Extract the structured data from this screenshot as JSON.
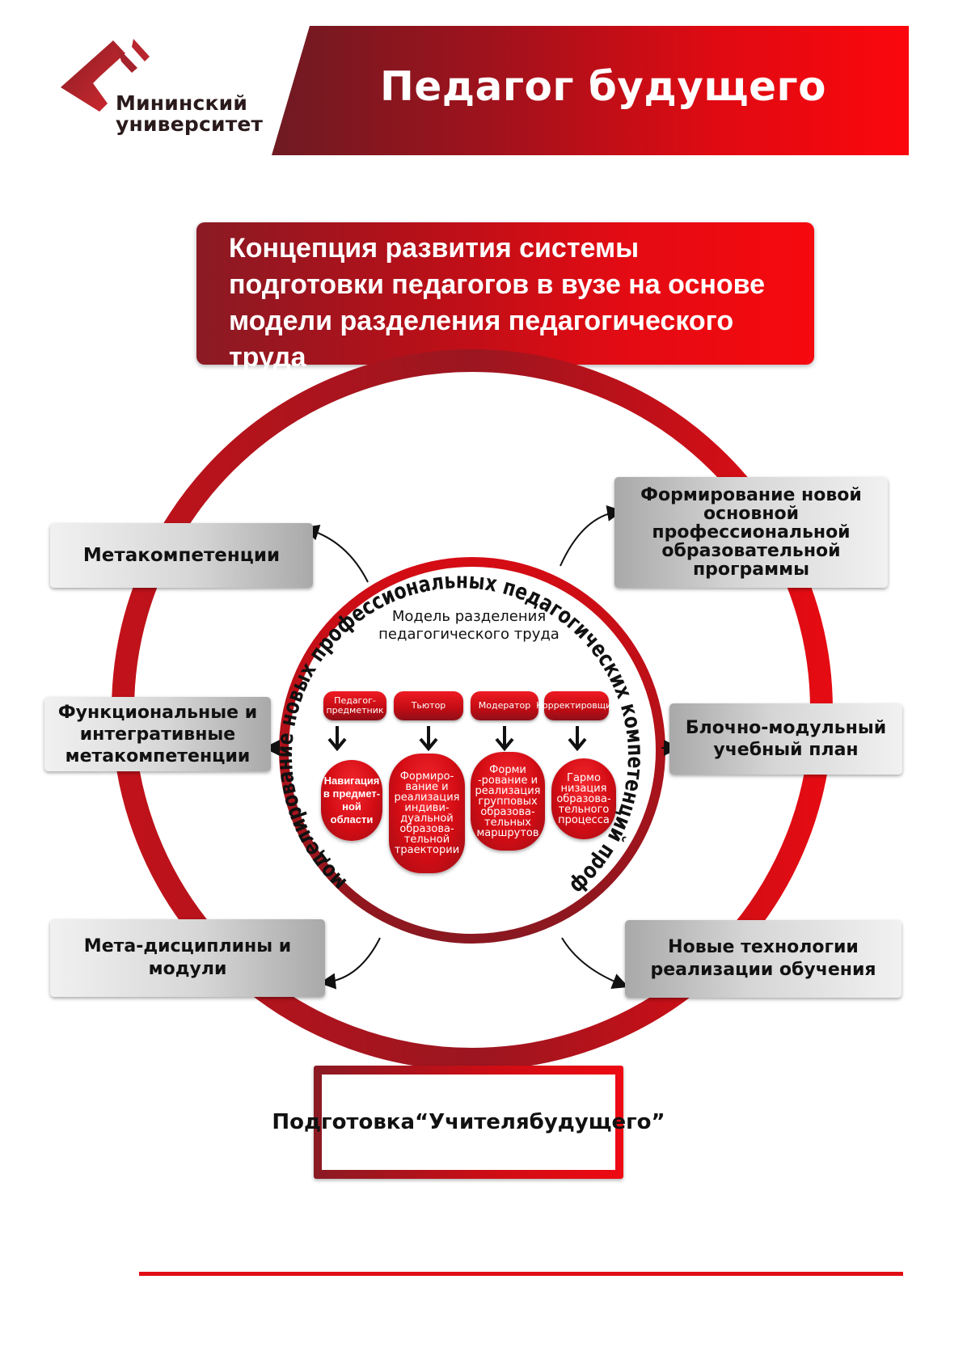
{
  "header": {
    "logo_text": "Мининский\nуниверситет",
    "title": "Педагог будущего"
  },
  "concept": {
    "title": "Концепция развития системы подготовки педагогов в вузе на основе модели разделения педагогического труда"
  },
  "ring_text": "моделирование новых профессиональных педагогических компетенций профессий",
  "model": {
    "title": "Модель разделения педагогического труда",
    "roles": [
      "Педагог-предметник",
      "Тьютор",
      "Модератор",
      "Корректировщик"
    ],
    "functions": [
      "Навигация в предмет-ной области",
      "Формиро-вание и реализация индиви-дуальной образова-тельной траектории",
      "Форми -рование и реализация групповых образова-тельных маршрутов",
      "Гармо низация образова-тельного процесса"
    ]
  },
  "left_boxes": {
    "metacompetencies": "Метакомпетенции",
    "functional": "Функциональные и интегративные метакомпетенции",
    "meta_disciplines": "Мета-дисциплины и модули"
  },
  "right_boxes": {
    "new_program": "Формирование новой основной профессиональной образовательной программы",
    "block_plan": "Блочно-модульный учебный план",
    "new_tech": "Новые технологии реализации обучения"
  },
  "result": {
    "label": "Подготовка “Учителя будущего”"
  },
  "colors": {
    "brand_red": "#e40b13",
    "dark_red": "#8a1a24",
    "gray_box": "#d6d6d6"
  }
}
